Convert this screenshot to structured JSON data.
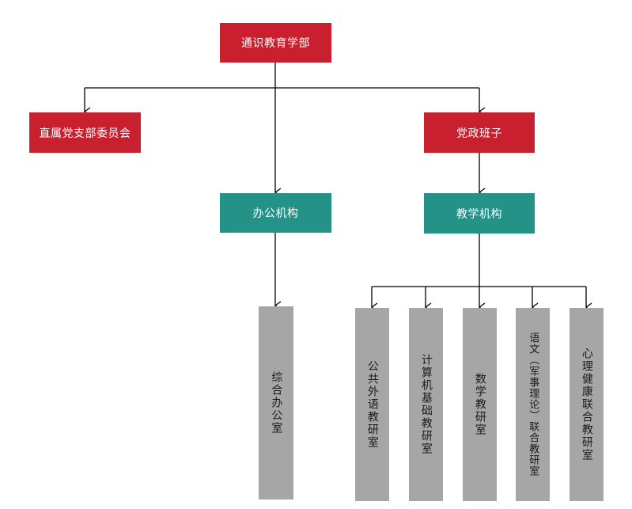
{
  "diagram": {
    "root": "通识教育学部",
    "branch_committee": "直属党支部委员会",
    "party_group": "党政班子",
    "office_org": "办公机构",
    "teaching_org": "教学机构",
    "offices": {
      "general_office": "综合办公室"
    },
    "teaching_units": [
      "公共外语教研室",
      "计算机基础教研室",
      "数学教研室",
      "语文（军事理论）联合教研室",
      "心理健康联合教研室"
    ]
  },
  "colors": {
    "red": "#C8202F",
    "teal": "#259288",
    "gray": "#A6A6A6",
    "line": "#000000"
  }
}
